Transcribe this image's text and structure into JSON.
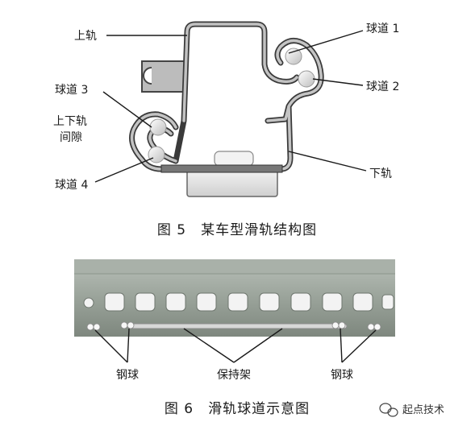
{
  "figure5": {
    "labels": {
      "upper_rail": "上轨",
      "ball_track_1": "球道 1",
      "ball_track_2": "球道 2",
      "ball_track_3": "球道 3",
      "gap_line1": "上下轨",
      "gap_line2": "间隙",
      "ball_track_4": "球道 4",
      "lower_rail": "下轨"
    },
    "caption": "图 5　某车型滑轨结构图"
  },
  "figure6": {
    "labels": {
      "steel_ball_left": "钢球",
      "cage": "保持架",
      "steel_ball_right": "钢球"
    },
    "caption": "图 6　滑轨球道示意图"
  },
  "watermark": "起点技术",
  "colors": {
    "rail_outline": "#3a3a3a",
    "rail_fill": "#b8b8b8",
    "ball": "#ededed",
    "plate": "#9aa39a"
  }
}
